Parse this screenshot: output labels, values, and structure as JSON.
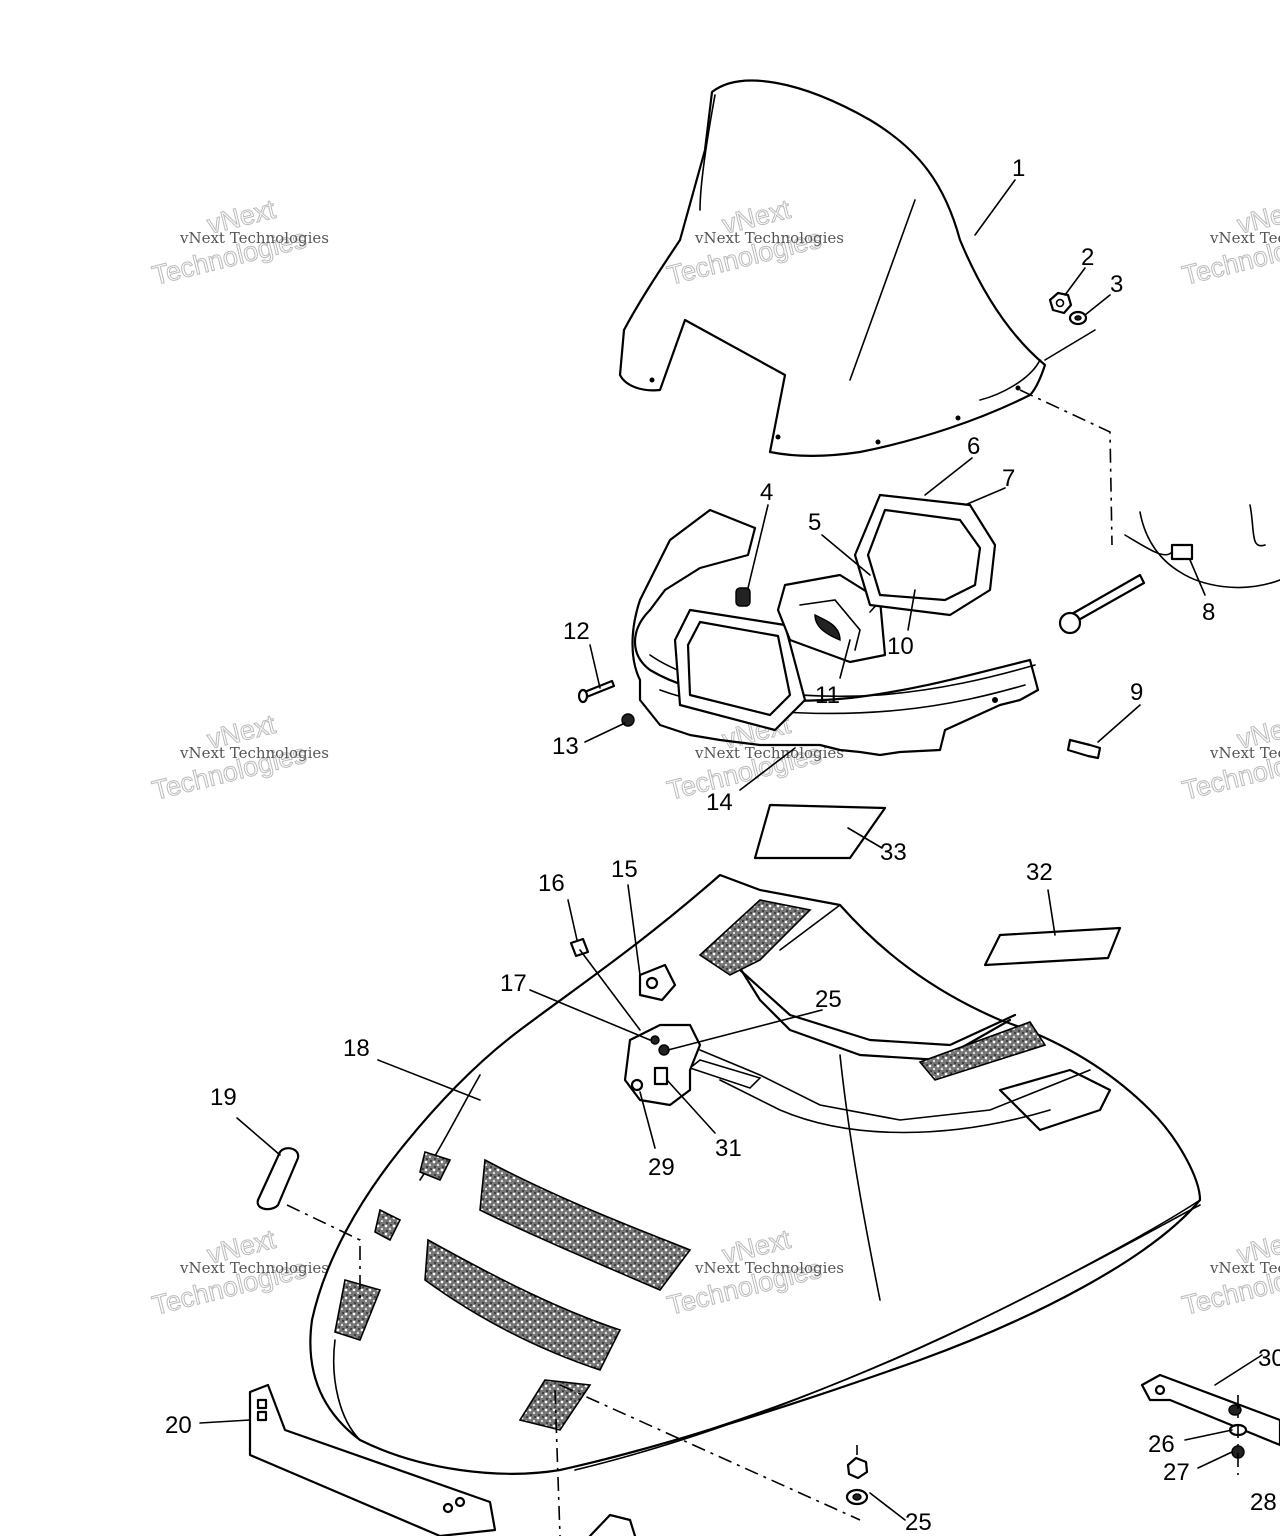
{
  "callouts": [
    {
      "id": "1",
      "label": "1"
    },
    {
      "id": "2",
      "label": "2"
    },
    {
      "id": "3",
      "label": "3"
    },
    {
      "id": "4",
      "label": "4"
    },
    {
      "id": "5",
      "label": "5"
    },
    {
      "id": "6",
      "label": "6"
    },
    {
      "id": "7",
      "label": "7"
    },
    {
      "id": "8",
      "label": "8"
    },
    {
      "id": "9",
      "label": "9"
    },
    {
      "id": "10",
      "label": "10"
    },
    {
      "id": "11",
      "label": "11"
    },
    {
      "id": "12",
      "label": "12"
    },
    {
      "id": "13",
      "label": "13"
    },
    {
      "id": "14",
      "label": "14"
    },
    {
      "id": "15",
      "label": "15"
    },
    {
      "id": "16",
      "label": "16"
    },
    {
      "id": "17",
      "label": "17"
    },
    {
      "id": "18",
      "label": "18"
    },
    {
      "id": "19",
      "label": "19"
    },
    {
      "id": "20",
      "label": "20"
    },
    {
      "id": "25a",
      "label": "25"
    },
    {
      "id": "25b",
      "label": "25"
    },
    {
      "id": "26",
      "label": "26"
    },
    {
      "id": "27",
      "label": "27"
    },
    {
      "id": "28",
      "label": "28"
    },
    {
      "id": "29",
      "label": "29"
    },
    {
      "id": "30",
      "label": "30"
    },
    {
      "id": "31",
      "label": "31"
    },
    {
      "id": "32",
      "label": "32"
    },
    {
      "id": "33",
      "label": "33"
    }
  ],
  "watermark": {
    "line1": "vNext Technologies",
    "line2": "vNext",
    "line3": "Technologies"
  }
}
